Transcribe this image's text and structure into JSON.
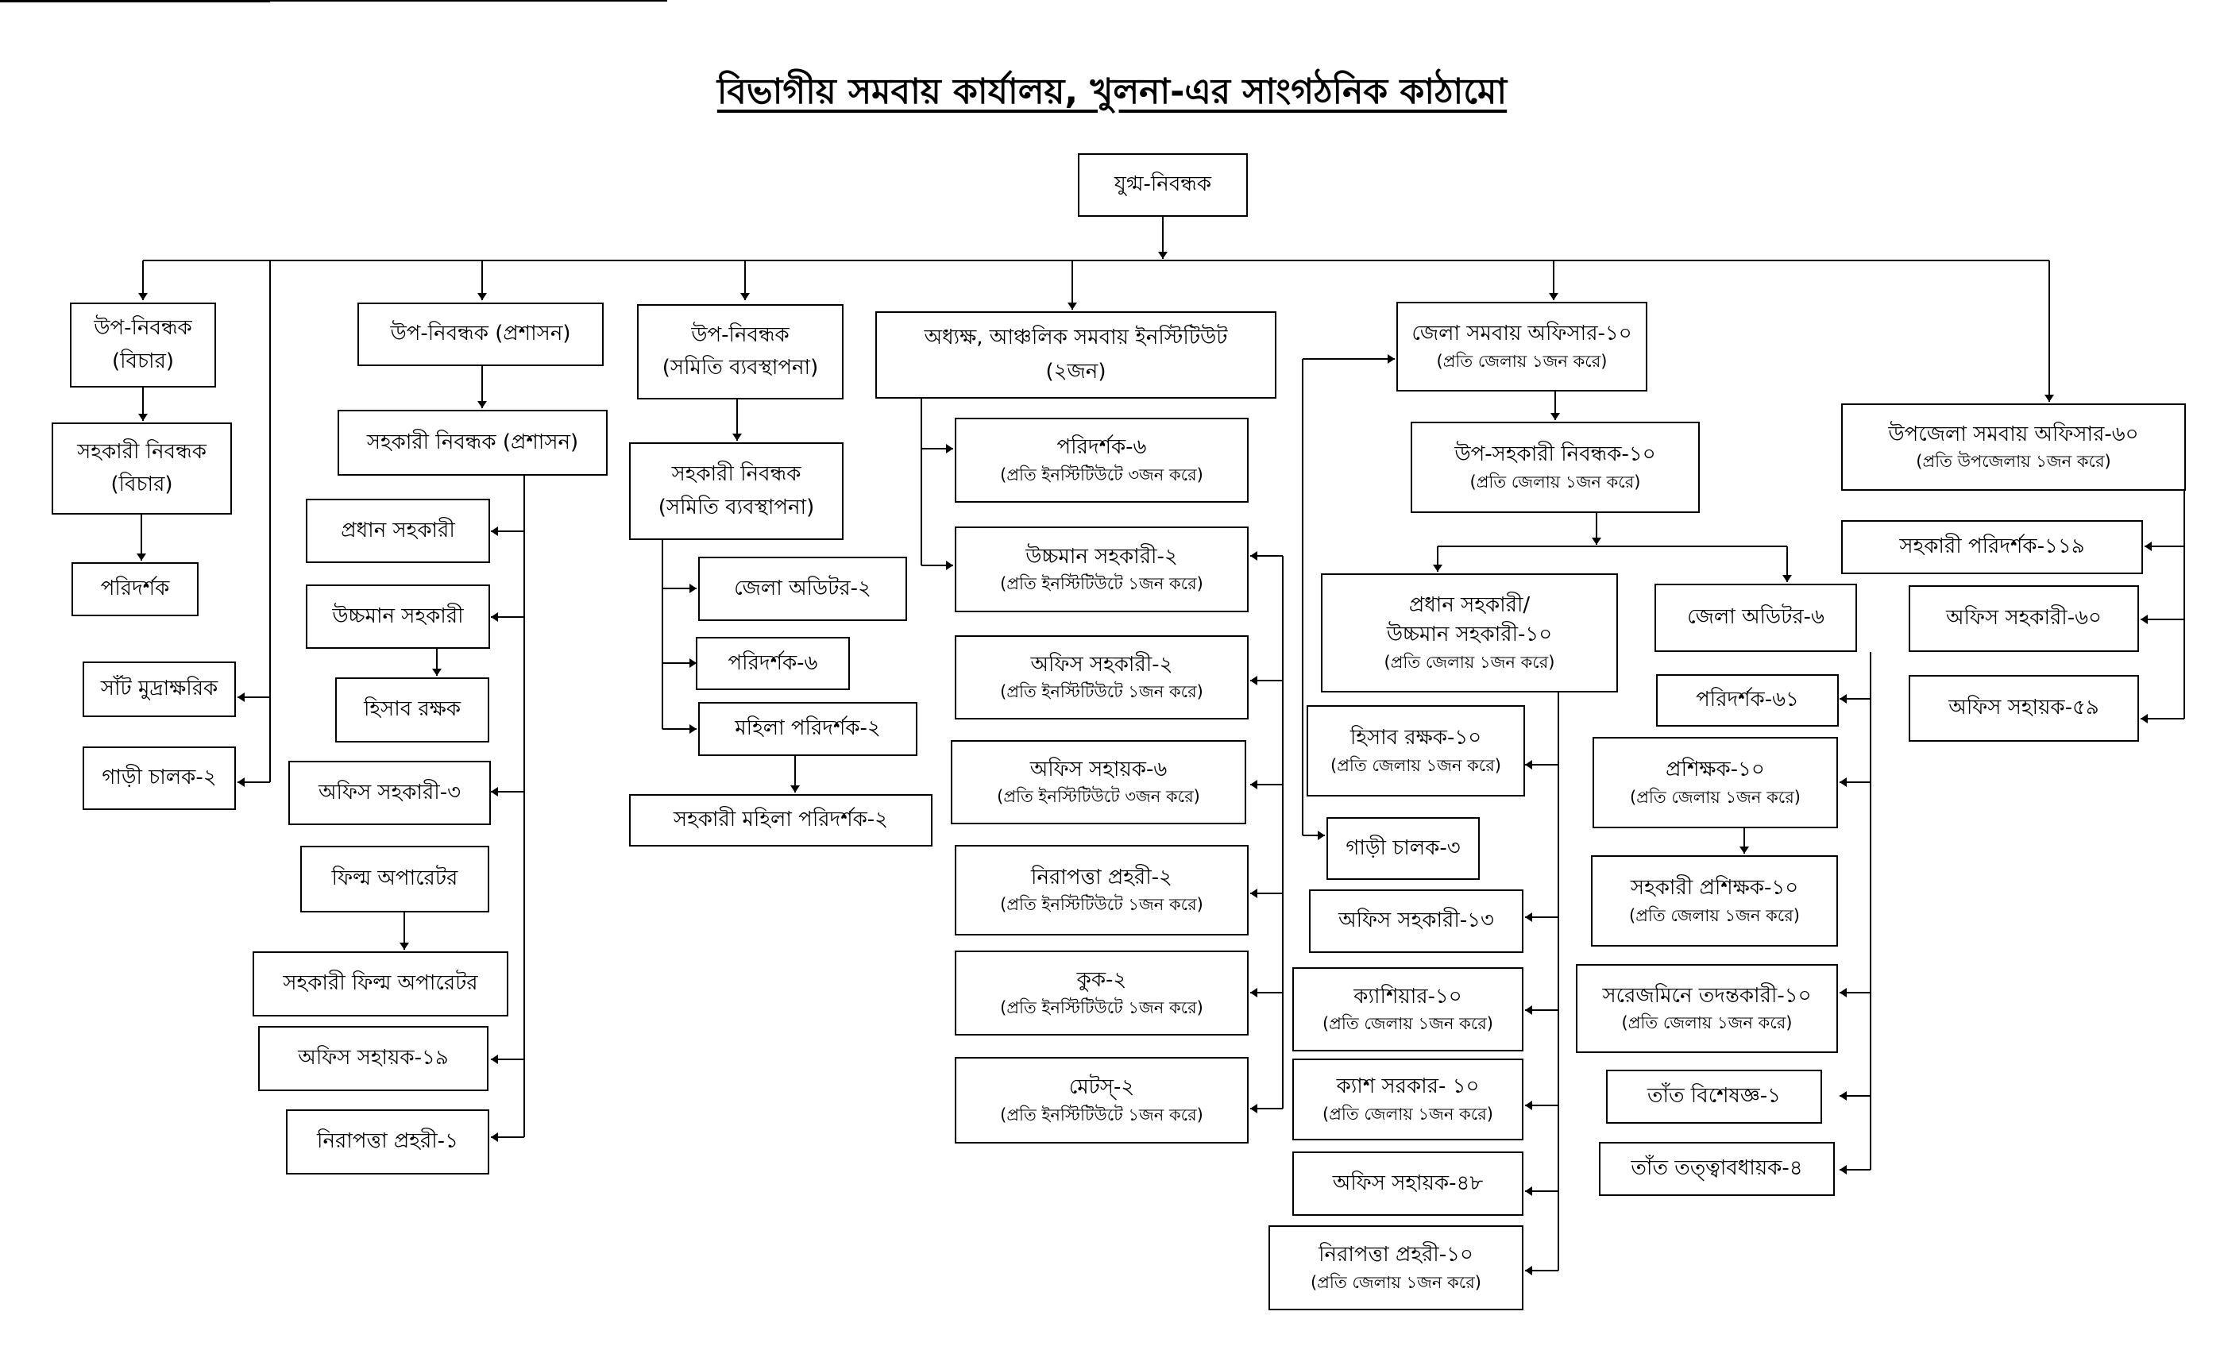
{
  "title": "বিভাগীয় সমবায় কার্যালয়, খুলনা-এর সাংগঠনিক কাঠামো",
  "nodes": {
    "joint_registrar": {
      "main": "যুগ্ম-নিবন্ধক"
    },
    "dr_judicial_a": {
      "main": "উপ-নিবন্ধক"
    },
    "dr_judicial_b": {
      "main": "(বিচার)"
    },
    "ar_judicial_a": {
      "main": "সহকারী নিবন্ধক"
    },
    "ar_judicial_b": {
      "main": "(বিচার)"
    },
    "inspector_judicial": {
      "main": "পরিদর্শক"
    },
    "seal_engraver": {
      "main": "সাঁট মুদ্রাক্ষরিক"
    },
    "driver_2": {
      "main": "গাড়ী চালক-২"
    },
    "dr_admin": {
      "main": "উপ-নিবন্ধক (প্রশাসন)"
    },
    "ar_admin": {
      "main": "সহকারী নিবন্ধক (প্রশাসন)"
    },
    "head_assistant": {
      "main": "প্রধান সহকারী"
    },
    "uca_admin": {
      "main": "উচ্চমান সহকারী"
    },
    "accountant": {
      "main": "হিসাব রক্ষক"
    },
    "office_asst_3": {
      "main": "অফিস সহকারী-৩"
    },
    "film_operator": {
      "main": "ফিল্ম অপারেটর"
    },
    "asst_film_operator": {
      "main": "সহকারী ফিল্ম অপারেটর"
    },
    "office_helper_19": {
      "main": "অফিস সহায়ক-১৯"
    },
    "guard_1": {
      "main": "নিরাপত্তা প্রহরী-১"
    },
    "dr_society_a": {
      "main": "উপ-নিবন্ধক"
    },
    "dr_society_b": {
      "main": "(সমিতি ব্যবস্থাপনা)"
    },
    "ar_society_a": {
      "main": "সহকারী নিবন্ধক"
    },
    "ar_society_b": {
      "main": "(সমিতি ব্যবস্থাপনা)"
    },
    "district_auditor_2": {
      "main": "জেলা অডিটর-২"
    },
    "inspector_6_soc": {
      "main": "পরিদর্শক-৬"
    },
    "female_inspector_2": {
      "main": "মহিলা পরিদর্শক-২"
    },
    "asst_female_inspector_2": {
      "main": "সহকারী মহিলা পরিদর্শক-২"
    },
    "principal_a": {
      "main": "অধ্যক্ষ, আঞ্চলিক সমবায় ইনস্টিটিউট"
    },
    "principal_b": {
      "main": "(২জন)"
    },
    "inst_inspector": {
      "main": "পরিদর্শক-৬",
      "sub": "(প্রতি ইনস্টিটিউটে ৩জন করে)"
    },
    "inst_uca": {
      "main": "উচ্চমান সহকারী-২",
      "sub": "(প্রতি ইনস্টিটিউটে ১জন করে)"
    },
    "inst_office_asst": {
      "main": "অফিস সহকারী-২",
      "sub": "(প্রতি ইনস্টিটিউটে ১জন করে)"
    },
    "inst_office_helper": {
      "main": "অফিস সহায়ক-৬",
      "sub": "(প্রতি ইনস্টিটিউটে ৩জন করে)"
    },
    "inst_guard": {
      "main": "নিরাপত্তা প্রহরী-২",
      "sub": "(প্রতি ইনস্টিটিউটে ১জন করে)"
    },
    "inst_cook": {
      "main": "কুক-২",
      "sub": "(প্রতি ইনস্টিটিউটে ১জন করে)"
    },
    "inst_mess": {
      "main": "মেটস্-২",
      "sub": "(প্রতি ইনস্টিটিউটে ১জন করে)"
    },
    "dco": {
      "main": "জেলা সমবায় অফিসার-১০",
      "sub": "(প্রতি জেলায় ১জন করে)"
    },
    "dar": {
      "main": "উপ-সহকারী নিবন্ধক-১০",
      "sub": "(প্রতি জেলায় ১জন করে)"
    },
    "head_asst_10_a": {
      "main": "প্রধান সহকারী/"
    },
    "head_asst_10_b": {
      "main": "উচ্চমান সহকারী-১০",
      "sub": "(প্রতি জেলায় ১জন করে)"
    },
    "accountant_10": {
      "main": "হিসাব রক্ষক-১০",
      "sub": "(প্রতি জেলায় ১জন করে)"
    },
    "driver_3": {
      "main": "গাড়ী চালক-৩"
    },
    "office_asst_13": {
      "main": "অফিস সহকারী-১৩"
    },
    "cashier_10": {
      "main": "ক্যাশিয়ার-১০",
      "sub": "(প্রতি জেলায় ১জন করে)"
    },
    "cash_sarkar_10": {
      "main": "ক্যাশ সরকার- ১০",
      "sub": "(প্রতি জেলায় ১জন করে)"
    },
    "office_helper_48": {
      "main": "অফিস সহায়ক-৪৮"
    },
    "guard_10": {
      "main": "নিরাপত্তা প্রহরী-১০",
      "sub": "(প্রতি জেলায় ১জন করে)"
    },
    "district_auditor_6": {
      "main": "জেলা অডিটর-৬"
    },
    "inspector_61": {
      "main": "পরিদর্শক-৬১"
    },
    "trainer_10": {
      "main": "প্রশিক্ষক-১০",
      "sub": "(প্রতি জেলায় ১জন করে)"
    },
    "asst_trainer_10": {
      "main": "সহকারী প্রশিক্ষক-১০",
      "sub": "(প্রতি জেলায় ১জন করে)"
    },
    "investigator_10": {
      "main": "সরেজমিনে তদন্তকারী-১০",
      "sub": "(প্রতি জেলায় ১জন করে)"
    },
    "loom_expert_1": {
      "main": "তাঁত বিশেষজ্ঞ-১"
    },
    "loom_supervisor_4": {
      "main": "তাঁত তত্ত্বাবধায়ক-৪"
    },
    "uco": {
      "main": "উপজেলা সমবায় অফিসার-৬০",
      "sub": "(প্রতি উপজেলায় ১জন করে)"
    },
    "asst_inspector_119": {
      "main": "সহকারী পরিদর্শক-১১৯"
    },
    "office_asst_60": {
      "main": "অফিস সহকারী-৬০"
    },
    "office_helper_59": {
      "main": "অফিস সহায়ক-৫৯"
    }
  }
}
